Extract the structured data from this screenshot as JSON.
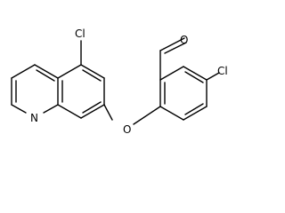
{
  "molecule": {
    "atoms": {
      "cl_quinoline": "Cl",
      "n_quinoline": "N",
      "o_ether": "O",
      "o_aldehyde": "O",
      "cl_benzaldehyde": "Cl"
    }
  }
}
